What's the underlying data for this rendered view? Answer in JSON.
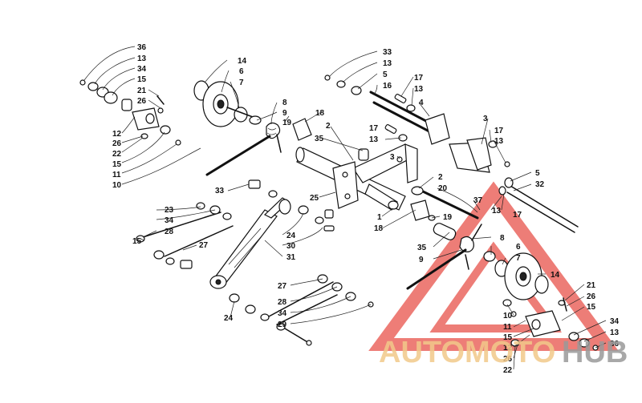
{
  "diagram": {
    "labels": {
      "l36a": "36",
      "l13a": "13",
      "l34a": "34",
      "l15a": "15",
      "l21a": "21",
      "l26a": "26",
      "l12a": "12",
      "l26b": "26",
      "l22a": "22",
      "l15b": "15",
      "l11a": "11",
      "l10a": "10",
      "l14a": "14",
      "l6a": "6",
      "l7a": "7",
      "l8a": "8",
      "l9a": "9",
      "l19a": "19",
      "l18a": "18",
      "l2a": "2",
      "l35a": "35",
      "l33a": "33",
      "l13b": "13",
      "l5a": "5",
      "l16a": "16",
      "l17a": "17",
      "l13c": "13",
      "l4a": "4",
      "l17b": "17",
      "l13d": "13",
      "l3a": "3",
      "l3b": "3",
      "l17c": "17",
      "l13e": "13",
      "l5b": "5",
      "l32a": "32",
      "l2b": "2",
      "l20a": "20",
      "l37a": "37",
      "l13f": "13",
      "l17d": "17",
      "l1a": "1",
      "l18b": "18",
      "l19b": "19",
      "l25a": "25",
      "l33b": "33",
      "l23a": "23",
      "l34b": "34",
      "l28a": "28",
      "l15c": "15",
      "l27a": "27",
      "l24a": "24",
      "l30a": "30",
      "l31a": "31",
      "l35b": "35",
      "l8b": "8",
      "l6b": "6",
      "l7b": "7",
      "l9b": "9",
      "l14b": "14",
      "l21b": "21",
      "l26c": "26",
      "l15d": "15",
      "l10b": "10",
      "l11b": "11",
      "l15e": "15",
      "l12b": "12",
      "l26d": "26",
      "l22b": "22",
      "l34c": "34",
      "l13g": "13",
      "l36b": "36",
      "l27b": "27",
      "l28b": "28",
      "l34d": "34",
      "l29a": "29",
      "l24b": "24"
    }
  },
  "watermark": {
    "text_auto": "AUTOMOTO",
    "text_hub": "HUB",
    "triangle_color": "#e8524a",
    "auto_color": "#f2c98a",
    "hub_color": "#9a9a9a"
  }
}
